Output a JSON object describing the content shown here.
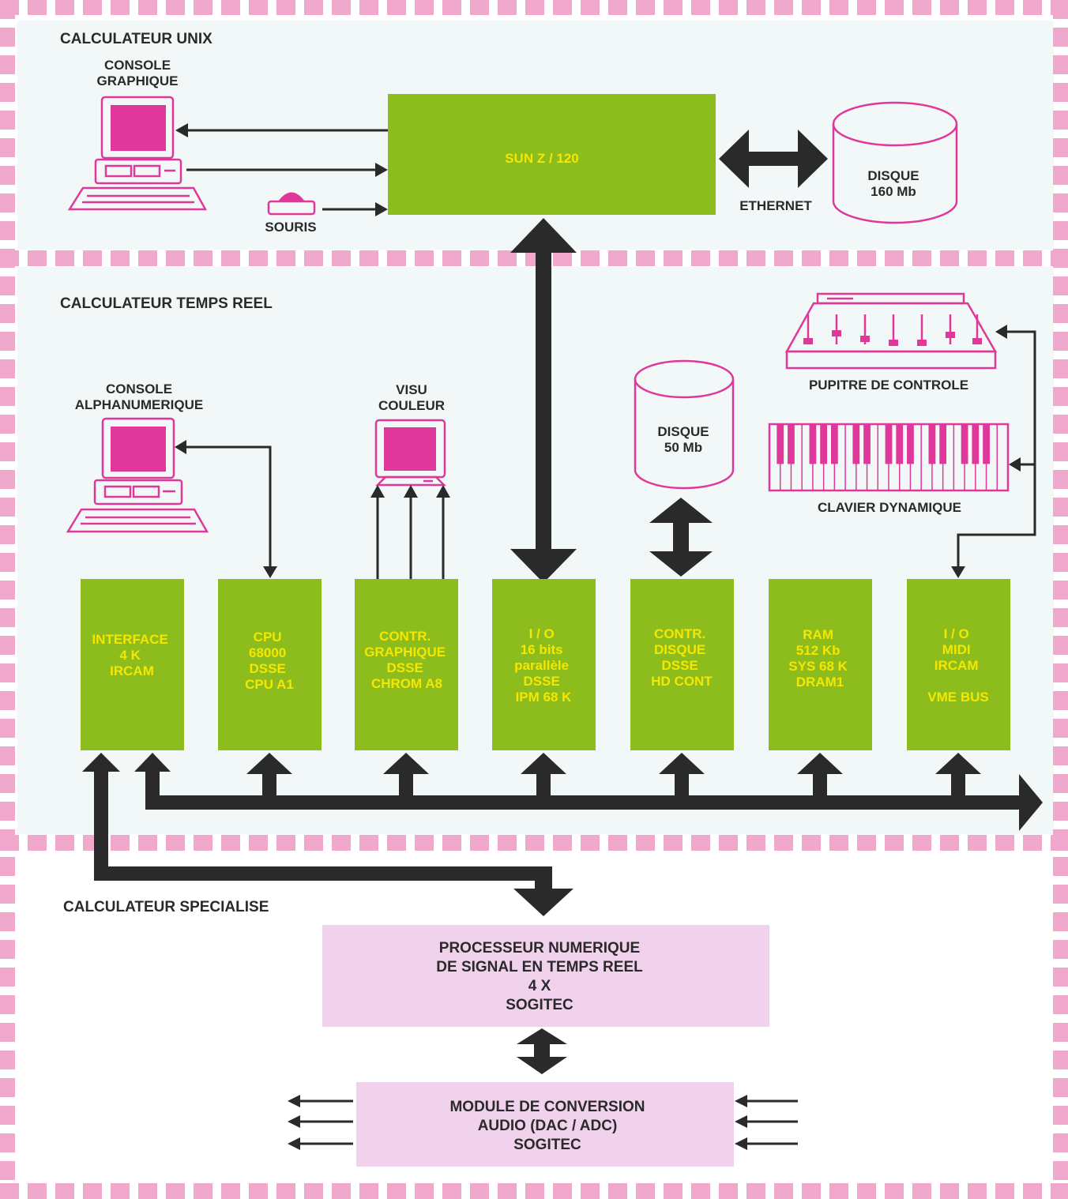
{
  "colors": {
    "frame": "#f0a8cc",
    "panel": "#f2f8f8",
    "board": "#8dbd1c",
    "board_text": "#f6e600",
    "device": "#e0389a",
    "specialized_box": "#f1d2ec",
    "bus": "#2a2a2a"
  },
  "sections": {
    "unix": "CALCULATEUR UNIX",
    "realtime": "CALCULATEUR TEMPS REEL",
    "specialized": "CALCULATEUR SPECIALISE"
  },
  "unix": {
    "console": [
      "CONSOLE",
      "GRAPHIQUE"
    ],
    "mouse": "SOURIS",
    "sun": "SUN Z / 120",
    "ethernet": "ETHERNET",
    "disk": [
      "DISQUE",
      "160 Mb"
    ]
  },
  "realtime": {
    "console": [
      "CONSOLE",
      "ALPHANUMERIQUE"
    ],
    "visu": [
      "VISU",
      "COULEUR"
    ],
    "disk": [
      "DISQUE",
      "50 Mb"
    ],
    "pupitre": "PUPITRE DE CONTROLE",
    "clavier": "CLAVIER DYNAMIQUE",
    "boards": [
      {
        "lines": [
          "INTERFACE",
          "4 K",
          "IRCAM"
        ]
      },
      {
        "lines": [
          "CPU",
          "68000",
          "DSSE",
          "CPU A1"
        ]
      },
      {
        "lines": [
          "CONTR.",
          "GRAPHIQUE",
          "DSSE",
          "CHROM A8"
        ]
      },
      {
        "lines": [
          "I / O",
          "16 bits",
          "parallèle",
          "DSSE",
          "IPM 68 K"
        ]
      },
      {
        "lines": [
          "CONTR.",
          "DISQUE",
          "DSSE",
          "HD CONT"
        ]
      },
      {
        "lines": [
          "RAM",
          "512 Kb",
          "SYS 68 K",
          "DRAM1"
        ]
      },
      {
        "lines": [
          "I / O",
          "MIDI",
          "IRCAM",
          "",
          "VME BUS"
        ]
      }
    ]
  },
  "specialized": {
    "processor": [
      "PROCESSEUR NUMERIQUE",
      "DE SIGNAL EN TEMPS REEL",
      "4 X",
      "SOGITEC"
    ],
    "converter": [
      "MODULE DE CONVERSION",
      "AUDIO (DAC / ADC)",
      "SOGITEC"
    ]
  }
}
